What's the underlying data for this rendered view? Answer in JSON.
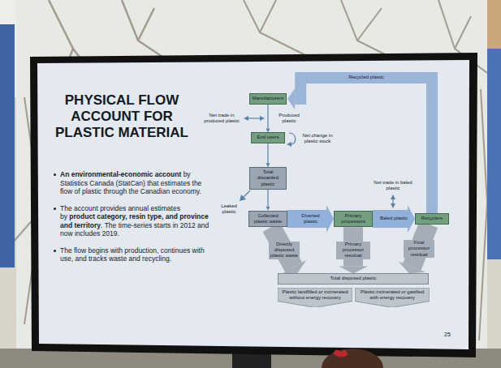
{
  "diagram": {
    "title": "PHYSICAL FLOW ACCOUNT FOR PLASTIC MATERIAL",
    "nodes": [
      {
        "text": [
          "Manufacturers"
        ]
      },
      {
        "text": [
          "End users"
        ]
      },
      {
        "text": [
          "Total discarded plastic"
        ]
      },
      {
        "text": [
          "Collected plastic waste"
        ]
      },
      {
        "text": [
          "Primary processors"
        ]
      },
      {
        "text": [
          "Recyclers"
        ]
      },
      {
        "text": [
          "Total disposed plastic"
        ]
      },
      {
        "text": [
          "Plastic landfilled or incinerated without energy recovery"
        ]
      },
      {
        "text": [
          "Plastic incinerated or gasified with energy recovery"
        ]
      }
    ],
    "edges": [
      {
        "from": 0,
        "to": 1,
        "label": "Produced plastic",
        "arrow": "to"
      },
      {
        "from": 1,
        "to": 2,
        "arrow": "to"
      },
      {
        "from": 2,
        "to": 3,
        "arrow": "to"
      },
      {
        "from": 3,
        "to": 4,
        "label": "Diverted plastic",
        "arrow": "to"
      },
      {
        "from": 4,
        "to": 5,
        "label": "Baled plastic",
        "arrow": "to"
      },
      {
        "from": 5,
        "to": 0,
        "label": "Recycled plastic",
        "arrow": "to"
      },
      {
        "from": 3,
        "to": 6,
        "label": "Directly disposed plastic waste",
        "arrow": "to"
      },
      {
        "from": 4,
        "to": 6,
        "label": "Primary processor residual",
        "arrow": "to"
      },
      {
        "from": 5,
        "to": 6,
        "label": "Final processor residual",
        "arrow": "to"
      }
    ],
    "labels": [
      "An environmental-economic account",
      "by Statistics Canada (StatCan) that estimates the flow of plastic through the Canadian economy.",
      "The account provides annual estimates by",
      "product category, resin type, and province and territory",
      ". The time-series starts in 2012 and now includes 2019.",
      "The flow begins with production, continues with use, and tracks waste and recycling.",
      "Net trade in produced plastic",
      "Net change in plastic stock",
      "Leaked plastic",
      "Net trade in baled plastic",
      "25"
    ]
  }
}
